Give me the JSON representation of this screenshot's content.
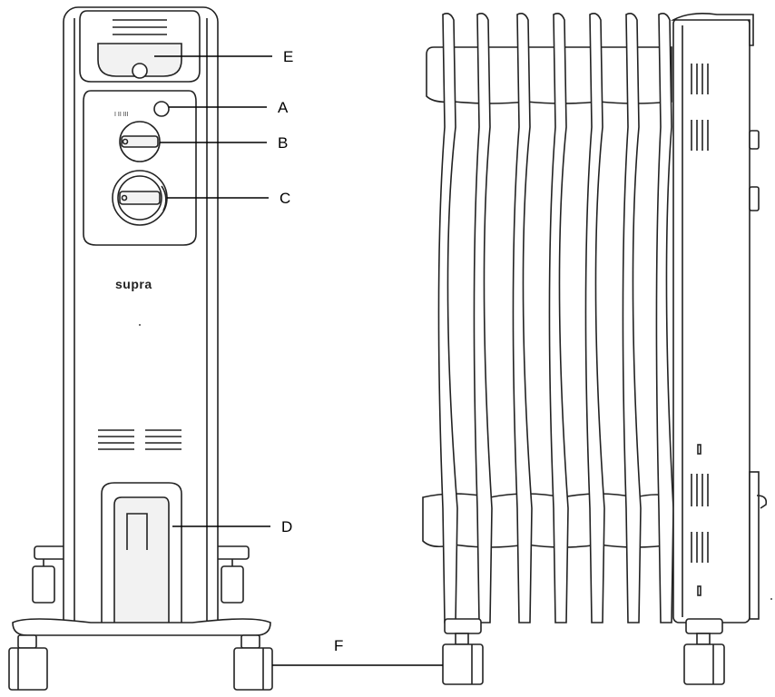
{
  "brand": "supra",
  "callouts": [
    {
      "id": "E",
      "label": "E"
    },
    {
      "id": "A",
      "label": "A"
    },
    {
      "id": "B",
      "label": "B"
    },
    {
      "id": "C",
      "label": "C"
    },
    {
      "id": "D",
      "label": "D"
    },
    {
      "id": "F",
      "label": "F"
    }
  ]
}
